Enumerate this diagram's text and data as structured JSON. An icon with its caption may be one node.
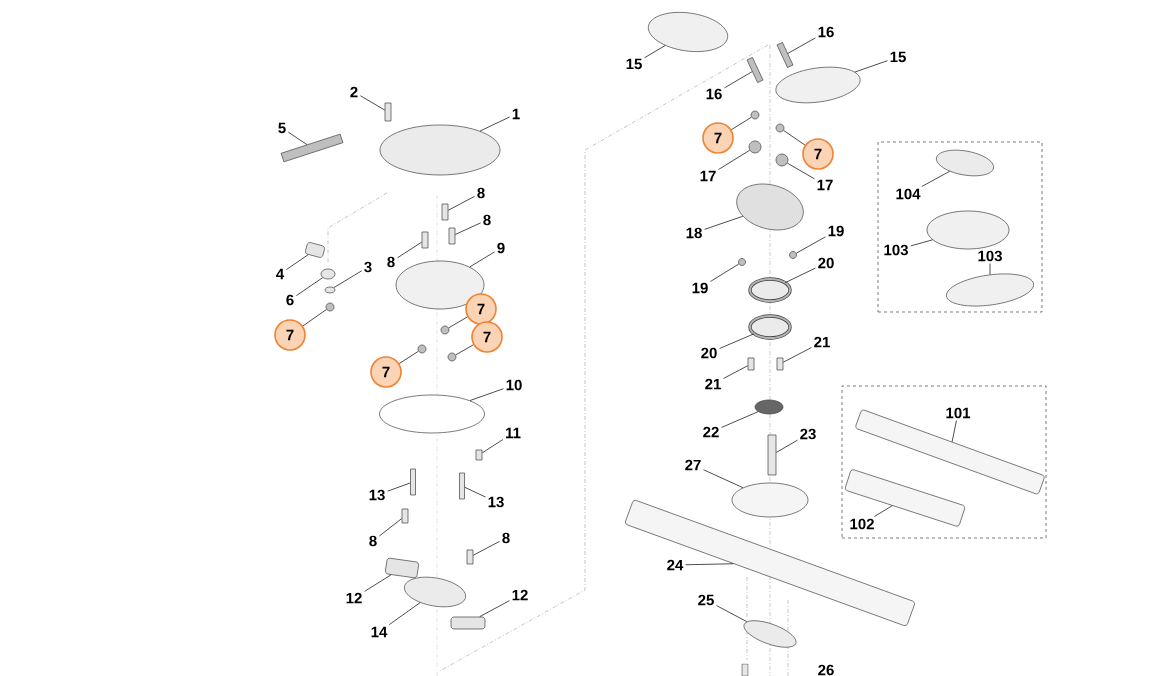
{
  "diagram": {
    "nodes": [
      {
        "text": [],
        "shape": "box"
      },
      {
        "text": [],
        "shape": "box"
      },
      {
        "text": [
          "1"
        ]
      },
      {
        "text": [],
        "shape": "ellipse"
      },
      {
        "text": [
          "2"
        ]
      },
      {
        "text": [],
        "shape": "box"
      },
      {
        "text": [
          "5"
        ]
      },
      {
        "text": [],
        "shape": "box"
      },
      {
        "text": [
          "4"
        ]
      },
      {
        "text": [],
        "shape": "box"
      },
      {
        "text": [
          "3"
        ]
      },
      {
        "text": [],
        "shape": "ellipse"
      },
      {
        "text": [
          "6"
        ]
      },
      {
        "text": [],
        "shape": "ellipse"
      },
      {
        "text": [
          "7"
        ]
      },
      {
        "text": [],
        "shape": "circle"
      },
      {
        "text": [
          "8"
        ]
      },
      {
        "text": [],
        "shape": "box"
      },
      {
        "text": [
          "8"
        ]
      },
      {
        "text": [],
        "shape": "box"
      },
      {
        "text": [
          "8"
        ]
      },
      {
        "text": [],
        "shape": "box"
      },
      {
        "text": [
          "9"
        ]
      },
      {
        "text": [],
        "shape": "ellipse"
      },
      {
        "text": [
          "7"
        ]
      },
      {
        "text": [],
        "shape": "circle"
      },
      {
        "text": [
          "7"
        ]
      },
      {
        "text": [],
        "shape": "circle"
      },
      {
        "text": [
          "7"
        ]
      },
      {
        "text": [],
        "shape": "circle"
      },
      {
        "text": [
          "10"
        ]
      },
      {
        "text": [],
        "shape": "ellipse"
      },
      {
        "text": [
          "11"
        ]
      },
      {
        "text": [],
        "shape": "box"
      },
      {
        "text": [
          "13"
        ]
      },
      {
        "text": [],
        "shape": "box"
      },
      {
        "text": [
          "13"
        ]
      },
      {
        "text": [],
        "shape": "box"
      },
      {
        "text": [
          "8"
        ]
      },
      {
        "text": [],
        "shape": "box"
      },
      {
        "text": [
          "8"
        ]
      },
      {
        "text": [],
        "shape": "box"
      },
      {
        "text": [
          "12"
        ]
      },
      {
        "text": [],
        "shape": "box"
      },
      {
        "text": [
          "14"
        ]
      },
      {
        "text": [],
        "shape": "ellipse"
      },
      {
        "text": [
          "12"
        ]
      },
      {
        "text": [],
        "shape": "box"
      },
      {
        "text": [
          "15"
        ]
      },
      {
        "text": [],
        "shape": "ellipse"
      },
      {
        "text": [
          "16"
        ]
      },
      {
        "text": [],
        "shape": "box"
      },
      {
        "text": [
          "15"
        ]
      },
      {
        "text": [],
        "shape": "ellipse"
      },
      {
        "text": [
          "16"
        ]
      },
      {
        "text": [],
        "shape": "box"
      },
      {
        "text": [
          "7"
        ]
      },
      {
        "text": [],
        "shape": "circle"
      },
      {
        "text": [
          "7"
        ]
      },
      {
        "text": [],
        "shape": "circle"
      },
      {
        "text": [
          "17"
        ]
      },
      {
        "text": [],
        "shape": "circle"
      },
      {
        "text": [
          "17"
        ]
      },
      {
        "text": [],
        "shape": "circle"
      },
      {
        "text": [
          "18"
        ]
      },
      {
        "text": [],
        "shape": "ellipse"
      },
      {
        "text": [
          "19"
        ]
      },
      {
        "text": [],
        "shape": "circle"
      },
      {
        "text": [
          "19"
        ]
      },
      {
        "text": [],
        "shape": "circle"
      },
      {
        "text": [
          "20"
        ]
      },
      {
        "text": [],
        "shape": "ellipse"
      },
      {
        "text": [
          "20"
        ]
      },
      {
        "text": [],
        "shape": "ellipse"
      },
      {
        "text": [
          "21"
        ]
      },
      {
        "text": [],
        "shape": "box"
      },
      {
        "text": [
          "21"
        ]
      },
      {
        "text": [],
        "shape": "box"
      },
      {
        "text": [
          "22"
        ]
      },
      {
        "text": [],
        "shape": "ellipse"
      },
      {
        "text": [
          "23"
        ]
      },
      {
        "text": [],
        "shape": "box"
      },
      {
        "text": [
          "27"
        ]
      },
      {
        "text": [],
        "shape": "ellipse"
      },
      {
        "text": [
          "24"
        ]
      },
      {
        "text": [],
        "shape": "box"
      },
      {
        "text": [
          "25"
        ]
      },
      {
        "text": [],
        "shape": "ellipse"
      },
      {
        "text": [
          "104"
        ],
        "in": 0
      },
      {
        "text": [],
        "shape": "ellipse",
        "in": 0
      },
      {
        "text": [
          "103"
        ],
        "in": 0
      },
      {
        "text": [],
        "shape": "ellipse",
        "in": 0
      },
      {
        "text": [
          "103"
        ],
        "in": 0
      },
      {
        "text": [],
        "shape": "ellipse",
        "in": 0
      },
      {
        "text": [
          "101"
        ],
        "in": 1
      },
      {
        "text": [],
        "shape": "box",
        "in": 1
      },
      {
        "text": [
          "102"
        ],
        "in": 1
      },
      {
        "text": [],
        "shape": "box",
        "in": 1
      }
    ],
    "edges": [
      {
        "from": 2,
        "to": 3,
        "arrow": "none"
      },
      {
        "from": 4,
        "to": 5,
        "arrow": "none"
      },
      {
        "from": 6,
        "to": 7,
        "arrow": "none"
      },
      {
        "from": 8,
        "to": 9,
        "arrow": "none"
      },
      {
        "from": 10,
        "to": 11,
        "arrow": "none"
      },
      {
        "from": 12,
        "to": 13,
        "arrow": "none"
      },
      {
        "from": 14,
        "to": 15,
        "arrow": "none"
      },
      {
        "from": 16,
        "to": 17,
        "arrow": "none"
      },
      {
        "from": 18,
        "to": 19,
        "arrow": "none"
      },
      {
        "from": 20,
        "to": 21,
        "arrow": "none"
      },
      {
        "from": 22,
        "to": 23,
        "arrow": "none"
      },
      {
        "from": 24,
        "to": 25,
        "arrow": "none"
      },
      {
        "from": 26,
        "to": 27,
        "arrow": "none"
      },
      {
        "from": 28,
        "to": 29,
        "arrow": "none"
      },
      {
        "from": 30,
        "to": 31,
        "arrow": "none"
      },
      {
        "from": 32,
        "to": 33,
        "arrow": "none"
      },
      {
        "from": 34,
        "to": 35,
        "arrow": "none"
      },
      {
        "from": 36,
        "to": 37,
        "arrow": "none"
      },
      {
        "from": 38,
        "to": 39,
        "arrow": "none"
      },
      {
        "from": 40,
        "to": 41,
        "arrow": "none"
      },
      {
        "from": 42,
        "to": 43,
        "arrow": "none"
      },
      {
        "from": 44,
        "to": 45,
        "arrow": "none"
      },
      {
        "from": 46,
        "to": 47,
        "arrow": "none"
      },
      {
        "from": 48,
        "to": 49,
        "arrow": "none"
      },
      {
        "from": 50,
        "to": 51,
        "arrow": "none"
      },
      {
        "from": 52,
        "to": 53,
        "arrow": "none"
      },
      {
        "from": 54,
        "to": 55,
        "arrow": "none"
      },
      {
        "from": 56,
        "to": 57,
        "arrow": "none"
      },
      {
        "from": 58,
        "to": 59,
        "arrow": "none"
      },
      {
        "from": 60,
        "to": 61,
        "arrow": "none"
      },
      {
        "from": 62,
        "to": 63,
        "arrow": "none"
      },
      {
        "from": 64,
        "to": 65,
        "arrow": "none"
      },
      {
        "from": 66,
        "to": 67,
        "arrow": "none"
      },
      {
        "from": 68,
        "to": 69,
        "arrow": "none"
      },
      {
        "from": 70,
        "to": 71,
        "arrow": "none"
      },
      {
        "from": 72,
        "to": 73,
        "arrow": "none"
      },
      {
        "from": 74,
        "to": 75,
        "arrow": "none"
      },
      {
        "from": 76,
        "to": 77,
        "arrow": "none"
      },
      {
        "from": 78,
        "to": 79,
        "arrow": "none"
      },
      {
        "from": 80,
        "to": 81,
        "arrow": "none"
      },
      {
        "from": 82,
        "to": 83,
        "arrow": "none"
      },
      {
        "from": 84,
        "to": 85,
        "arrow": "none"
      },
      {
        "from": 86,
        "to": 87,
        "arrow": "none"
      },
      {
        "from": 88,
        "to": 89,
        "arrow": "none"
      },
      {
        "from": 90,
        "to": 91,
        "arrow": "none"
      },
      {
        "from": 92,
        "to": 93,
        "arrow": "none"
      },
      {
        "from": 94,
        "to": 95,
        "arrow": "none"
      },
      {
        "from": 96,
        "to": 97,
        "arrow": "none"
      }
    ],
    "labels": [
      "26"
    ]
  }
}
